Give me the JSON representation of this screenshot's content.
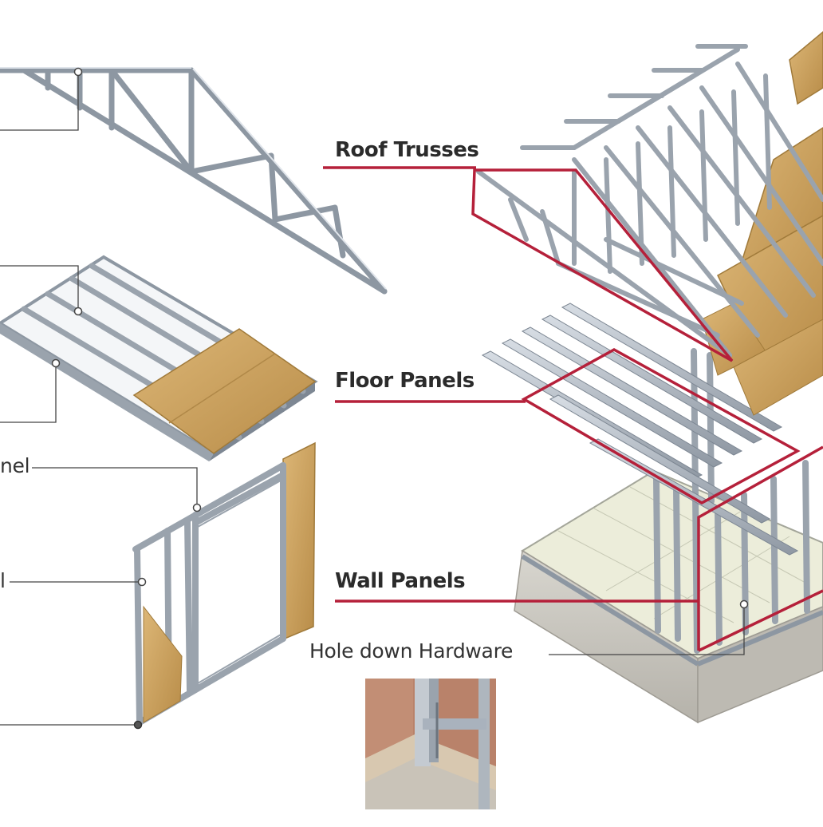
{
  "labels": {
    "roof_trusses": "Roof Trusses",
    "floor_panels": "Floor Panels",
    "wall_panels": "Wall Panels",
    "hole_down_hardware": "Hole down Hardware",
    "panel_fragment": "nel",
    "wall_fragment": "l"
  },
  "colors": {
    "accent_red": "#b5203a",
    "steel": "#a9b2bd",
    "steel_dark": "#7d8793",
    "wood": "#c9a25f",
    "concrete": "#c8c6bf",
    "floor_tile": "#e6e8d4",
    "leader_line": "#444444"
  }
}
